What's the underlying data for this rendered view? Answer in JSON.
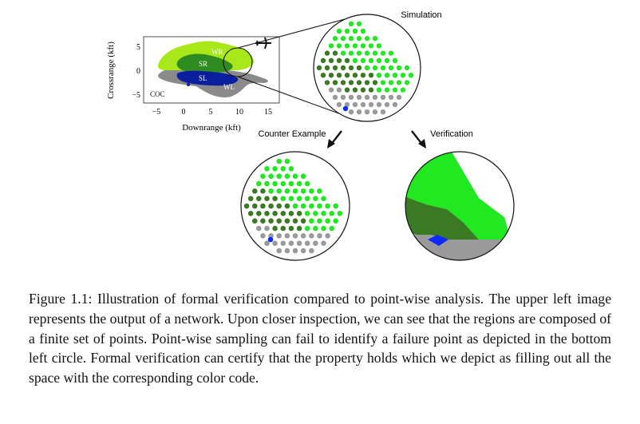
{
  "figure": {
    "plot": {
      "ylabel": "Crossrange (kft)",
      "xlabel": "Downrange (kft)",
      "xticks": [
        "−5",
        "0",
        "5",
        "10",
        "15"
      ],
      "yticks": [
        "5",
        "0",
        "−5"
      ],
      "region_labels": {
        "wr": "WR",
        "sr": "SR",
        "sl": "SL",
        "wl": "WL",
        "coc": "COC"
      }
    },
    "labels": {
      "simulation": "Simulation",
      "counter_example": "Counter Example",
      "verification": "Verification"
    },
    "colors": {
      "WR": "#7fff00",
      "SR": "#2e7d1a",
      "SL": "#0a1f9e",
      "WL": "#8a8a8a",
      "COC": "#ffffff",
      "coc_points": "#9a9a9a",
      "light_green_points": "#22e822",
      "dark_green_points": "#3a7a22",
      "counter_point": "#0a2aff"
    },
    "icons": [
      "airplane-icon",
      "arrow-down-left-icon",
      "arrow-down-right-icon"
    ]
  },
  "caption": {
    "label": "Figure 1.1:",
    "text": "Illustration of formal verification compared to point-wise analysis. The upper left image represents the output of a network. Upon closer inspection, we can see that the regions are composed of a finite set of points. Point-wise sampling can fail to identify a failure point as depicted in the bottom left circle. Formal verification can certify that the property holds which we depict as filling out all the space with the corresponding color code."
  }
}
